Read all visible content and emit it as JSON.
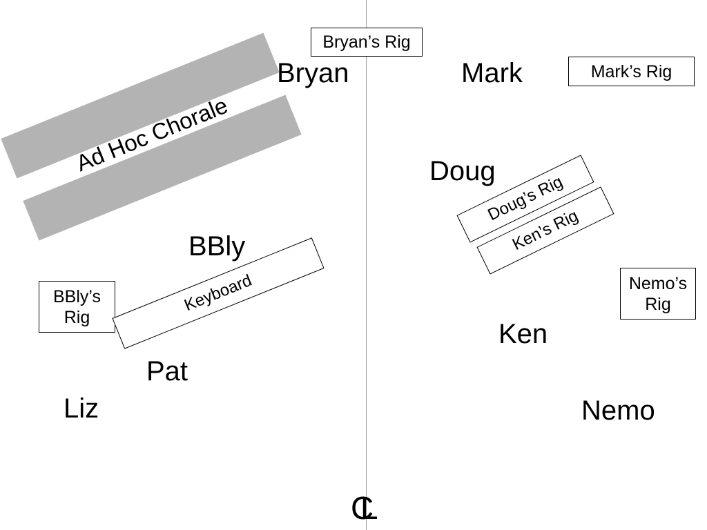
{
  "chorale": {
    "label": "Ad Hoc Chorale"
  },
  "musicians": {
    "bryan": "Bryan",
    "mark": "Mark",
    "doug": "Doug",
    "bbly": "BBly",
    "ken": "Ken",
    "pat": "Pat",
    "liz": "Liz",
    "nemo": "Nemo"
  },
  "equipment": {
    "bryans_rig": "Bryan’s Rig",
    "marks_rig": "Mark’s Rig",
    "dougs_rig": "Doug’s Rig",
    "kens_rig": "Ken’s Rig",
    "nemos_rig_line1": "Nemo’s",
    "nemos_rig_line2": "Rig",
    "bblys_rig_line1": "BBly’s",
    "bblys_rig_line2": "Rig",
    "keyboard": "Keyboard"
  },
  "centerline": {
    "c": "C",
    "l": "L"
  },
  "colors": {
    "riser": "#b3b3b3",
    "centerline": "#999999"
  }
}
